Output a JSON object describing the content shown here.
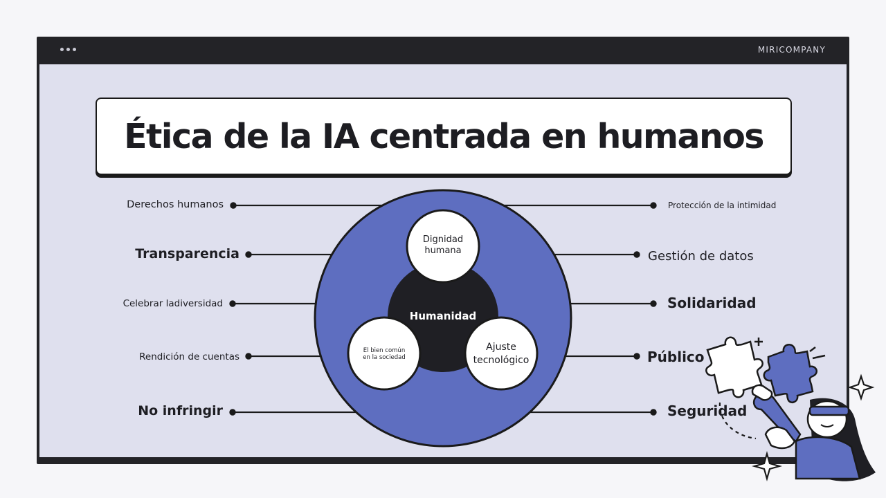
{
  "window": {
    "brand": "MIRICOMPANY"
  },
  "title": "Ética de la IA centrada en humanos",
  "left_labels": [
    "Derechos humanos",
    "Transparencia",
    "Celebrar ladiversidad",
    "Rendición de cuentas",
    "No infringir"
  ],
  "right_labels": [
    "Protección de la intimidad",
    "Gestión de datos",
    "Solidaridad",
    "Público",
    "Seguridad"
  ],
  "center": {
    "core": "Humanidad",
    "top": [
      "Dignidad",
      "humana"
    ],
    "left": [
      "El bien común",
      "en la sociedad"
    ],
    "right": [
      "Ajuste",
      "tecnológico"
    ]
  },
  "colors": {
    "outer_circle": "#5e6ec0",
    "core": "#1f1f24",
    "screen": "#dfe0ee",
    "frame": "#232327"
  },
  "icons": [
    "puzzle-piece-icon",
    "sparkle-icon",
    "plus-icon"
  ]
}
